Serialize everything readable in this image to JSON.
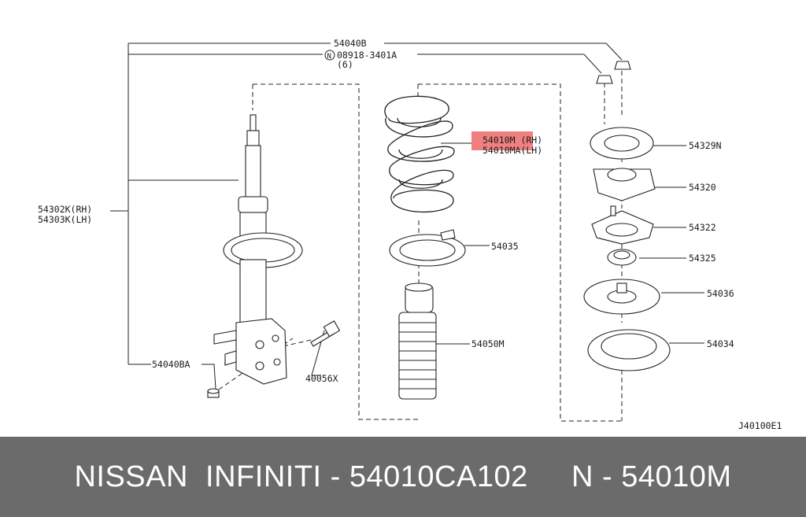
{
  "labels": {
    "p54040B": "54040B",
    "p08918": "08918-3401A",
    "p08918_qty": "(6)",
    "n_circle": "N",
    "p54302K": "54302K(RH)",
    "p54303K": "54303K(LH)",
    "p54040BA": "54040BA",
    "p40056X": "40056X",
    "p54010M": "54010M (RH)",
    "p54010MA": "54010MA(LH)",
    "p54035": "54035",
    "p54050M": "54050M",
    "p54329N": "54329N",
    "p54320": "54320",
    "p54322": "54322",
    "p54325": "54325",
    "p54036": "54036",
    "p54034": "54034",
    "ref_code": "J40100E1"
  },
  "highlight": {
    "color": "#f08080"
  },
  "footer": {
    "caption": "NISSAN  INFINITI - 54010CA102     N - 54010M"
  }
}
